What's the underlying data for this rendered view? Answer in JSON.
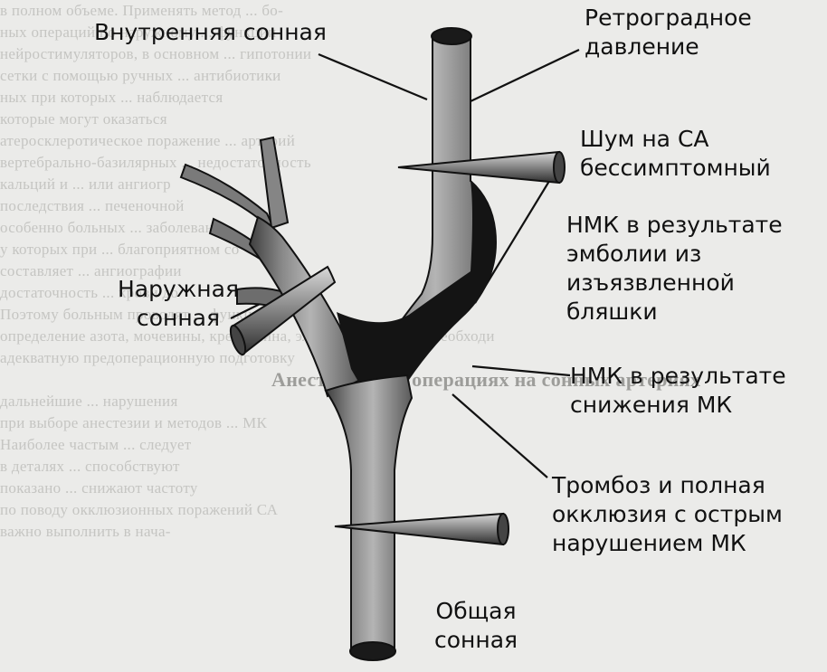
{
  "labels": {
    "internal_carotid": [
      "Внутренняя сонная"
    ],
    "retrograde_pressure": [
      "Ретроградное",
      "давление"
    ],
    "bruit": [
      "Шум на СА",
      "бессимптомный"
    ],
    "tia_embolic": [
      "НМК в результате",
      "эмболии из",
      "изъязвленной",
      "бляшки"
    ],
    "external_carotid": [
      "Наружная",
      "сонная"
    ],
    "tia_flow": [
      "НМК в результате",
      "снижения МК"
    ],
    "thrombosis": [
      "Тромбоз и полная",
      "окклюзия с острым",
      "нарушением МК"
    ],
    "common_carotid": [
      "Общая",
      "сонная"
    ]
  },
  "background_text": [
    "в полном объеме. Применять метод ... бо-",
    "ных операций по наружному ... функции",
    "нейростимуляторов, в основном ... гипотонии",
    "сетки с помощью ручных ... антибиотики",
    "ных при которых ... наблюдается",
    "которые могут оказаться",
    "атеросклеротическое поражение ... артерий",
    "вертебрально-базилярных ... недостаточность",
    "кальций и ... или ангиогр",
    "последствия ... печеночной",
    "особенно больных ... заболевани",
    "у которых при ... благоприятном со",
    "составляет ... ангиографии",
    "достаточность ... крови до",
    "Поэтому больным проводят ... функции почек",
    "определение азота, мочевины, креатинина, электролитов и при необходи",
    "адекватную предоперационную подготовку",
    "",
    "Анестезия при операциях на сонных артериях",
    "",
    "дальнейшие ... нарушения",
    "при выборе анестезии и методов ... МК",
    "Наиболее частым ... следует",
    "в деталях ... способствуют",
    "показано ... снижают частоту",
    "по поводу окклюзионных поражений СА",
    "важно выполнить в нача-"
  ]
}
